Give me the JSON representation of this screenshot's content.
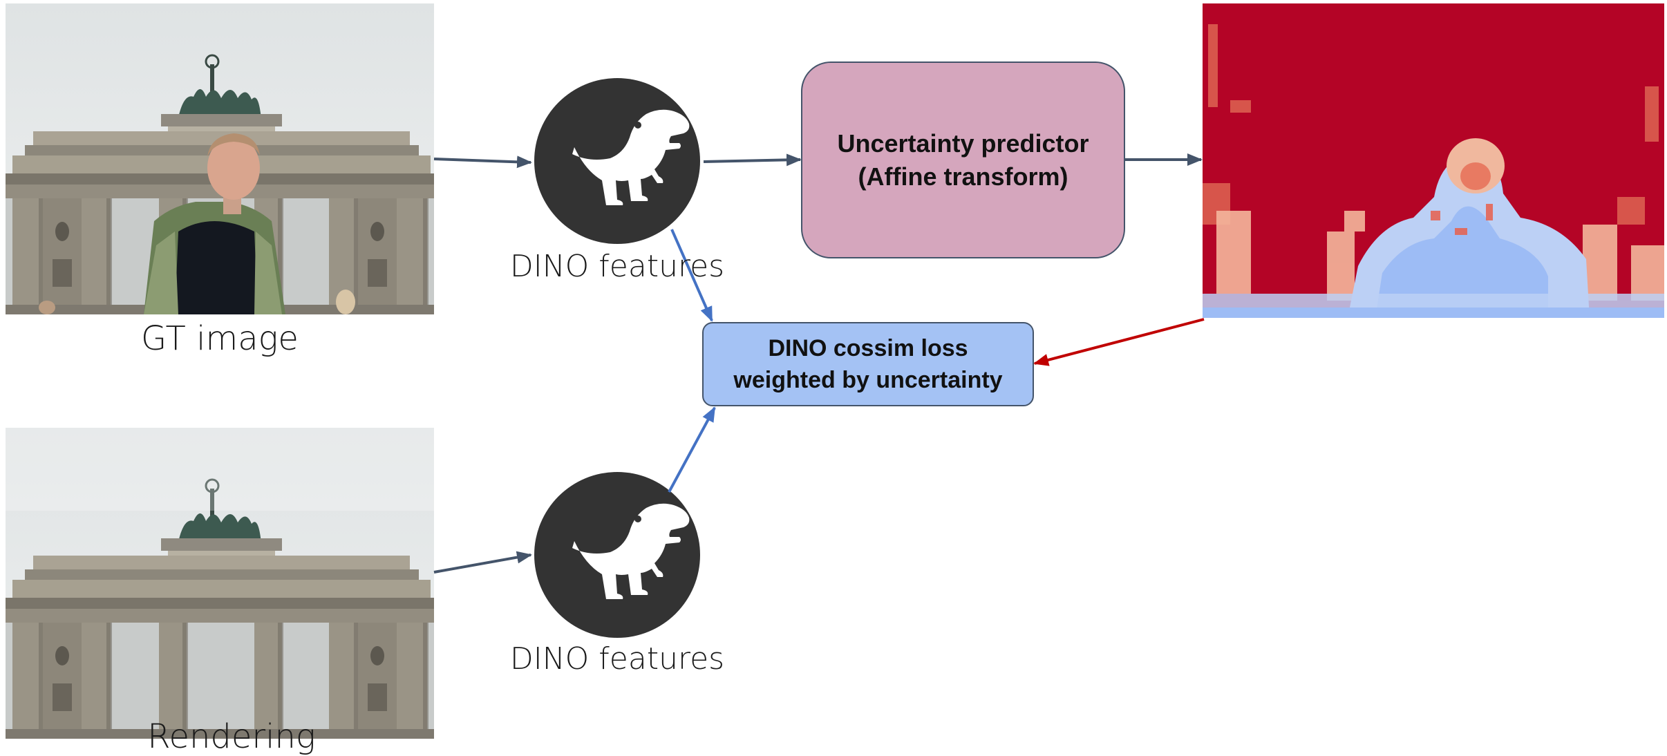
{
  "captions": {
    "gt_image": "GT image",
    "rendering": "Rendering",
    "dino_top": "DINO features",
    "dino_bottom": "DINO features"
  },
  "boxes": {
    "uncertainty_predictor": {
      "line1": "Uncertainty predictor",
      "line2": "(Affine transform)"
    },
    "loss": {
      "line1": "DINO cossim loss",
      "line2": "weighted by uncertainty"
    }
  },
  "icons": {
    "dino_top": "dinosaur-icon",
    "dino_bottom": "dinosaur-icon"
  },
  "colors": {
    "predictor_fill": "#d5a6bd",
    "loss_fill": "#a4c2f4",
    "dark_arrow": "#44546a",
    "blue_arrow": "#4472c4",
    "red_arrow": "#c00000",
    "icon_circle": "#333333",
    "heatmap_red": "#b40426",
    "heatmap_blue": "#a0bff8"
  }
}
